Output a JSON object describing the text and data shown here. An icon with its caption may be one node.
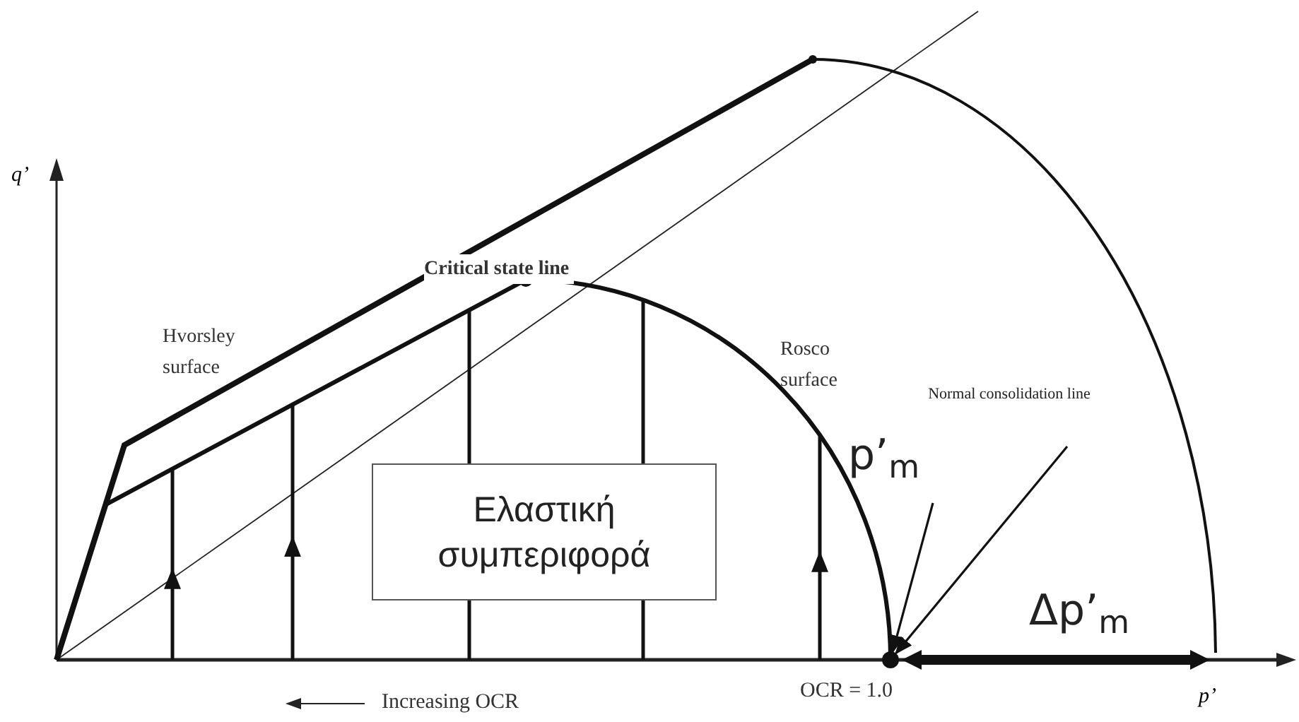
{
  "diagram": {
    "nodes": [
      {
        "text": [
          "Ελαστική συμπεριφορά"
        ]
      },
      {
        "text": [
          "p’$_{m}$"
        ]
      },
      {
        "text": [
          "Normal consolidation line"
        ]
      },
      {
        "text": [],
        "shape": "circle"
      }
    ],
    "edges": [
      {
        "from": 1,
        "to": 3,
        "arrow": "to"
      },
      {
        "from": 2,
        "to": 3,
        "arrow": "to"
      }
    ],
    "labels": [
      "q’",
      "Critical state line",
      "Hvorsley surface",
      "Rosco surface",
      "Δp’$_{m}$",
      "OCR = 1.0",
      "p’",
      "Increasing OCR"
    ]
  }
}
